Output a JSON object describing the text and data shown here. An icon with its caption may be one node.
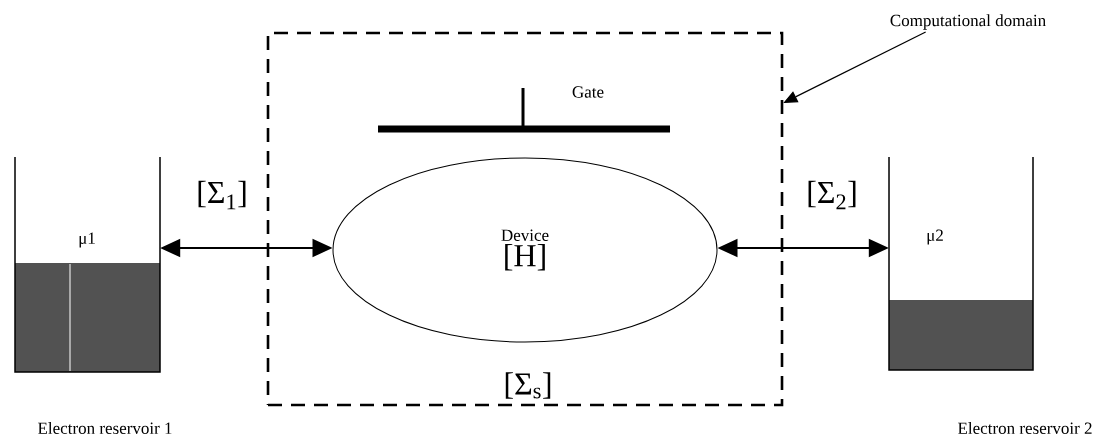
{
  "diagram": {
    "nodes": [
      {
        "text": [
          "μ1"
        ],
        "beside": [
          "Electron reservoir 1"
        ]
      },
      {
        "text": [],
        "shape": "box"
      },
      {
        "text": [
          "Device",
          "[H]"
        ],
        "beside": [
          "[Σ$_{s}$]"
        ],
        "in": 1
      },
      {
        "text": [
          "μ2"
        ],
        "beside": [
          "Electron reservoir 2"
        ]
      },
      {
        "text": [
          "Computational domain"
        ]
      }
    ],
    "edges": [
      {
        "from": 0,
        "to": 2,
        "arrow": "both",
        "label": "[Σ$_{1}$]"
      },
      {
        "from": 2,
        "to": 3,
        "arrow": "both",
        "label": "[Σ$_{2}$]"
      },
      {
        "from": 4,
        "to": 1,
        "arrow": "to"
      }
    ],
    "labels": [
      "Gate"
    ]
  }
}
